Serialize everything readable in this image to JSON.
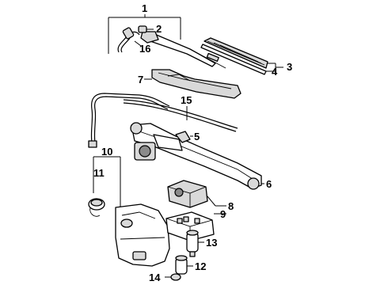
{
  "diagram": {
    "callouts": [
      {
        "id": "c1",
        "label": "1"
      },
      {
        "id": "c2",
        "label": "2"
      },
      {
        "id": "c16",
        "label": "16"
      },
      {
        "id": "c3",
        "label": "3"
      },
      {
        "id": "c4",
        "label": "4"
      },
      {
        "id": "c7",
        "label": "7"
      },
      {
        "id": "c15",
        "label": "15"
      },
      {
        "id": "c5",
        "label": "5"
      },
      {
        "id": "c10",
        "label": "10"
      },
      {
        "id": "c11",
        "label": "11"
      },
      {
        "id": "c6",
        "label": "6"
      },
      {
        "id": "c8",
        "label": "8"
      },
      {
        "id": "c9",
        "label": "9"
      },
      {
        "id": "c13",
        "label": "13"
      },
      {
        "id": "c12",
        "label": "12"
      },
      {
        "id": "c14",
        "label": "14"
      }
    ]
  }
}
